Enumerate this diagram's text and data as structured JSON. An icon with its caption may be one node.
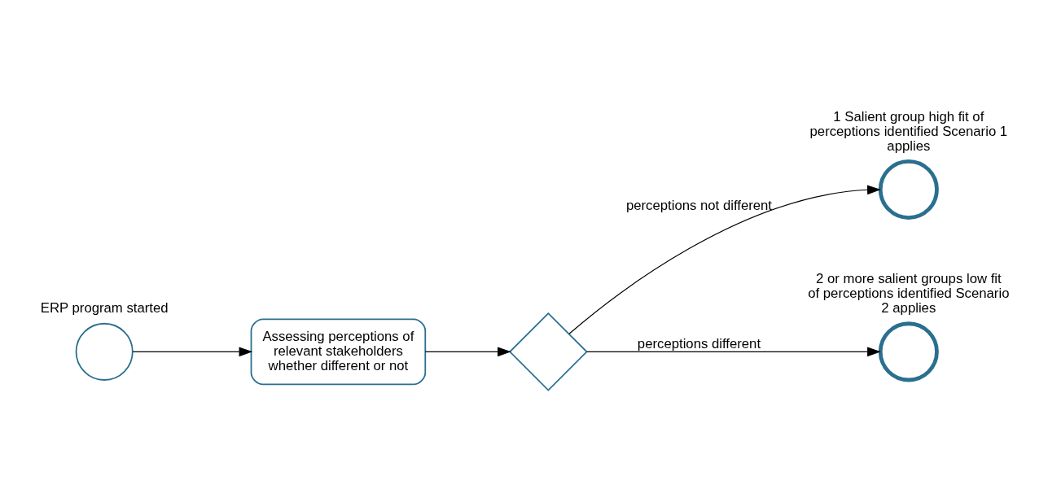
{
  "diagram": {
    "nodes": [
      {
        "text": [],
        "shape": "circle",
        "beside": [
          "ERP program started"
        ]
      },
      {
        "text": [
          "Assessing perceptions of relevant stakeholders whether different or not"
        ]
      },
      {
        "text": [],
        "shape": "diamond"
      },
      {
        "text": [],
        "shape": "circle",
        "beside": [
          "1 Salient group high fit of perceptions identified Scenario 1 applies"
        ]
      },
      {
        "text": [],
        "shape": "circle",
        "beside": [
          "2 or more salient groups low fit of perceptions identified Scenario 2 applies"
        ]
      }
    ],
    "edges": [
      {
        "from": 0,
        "to": 1,
        "arrow": "to"
      },
      {
        "from": 1,
        "to": 2,
        "arrow": "to"
      },
      {
        "from": 2,
        "to": 3,
        "arrow": "to",
        "label": "perceptions not different"
      },
      {
        "from": 2,
        "to": 4,
        "arrow": "to",
        "label": "perceptions different"
      }
    ]
  }
}
